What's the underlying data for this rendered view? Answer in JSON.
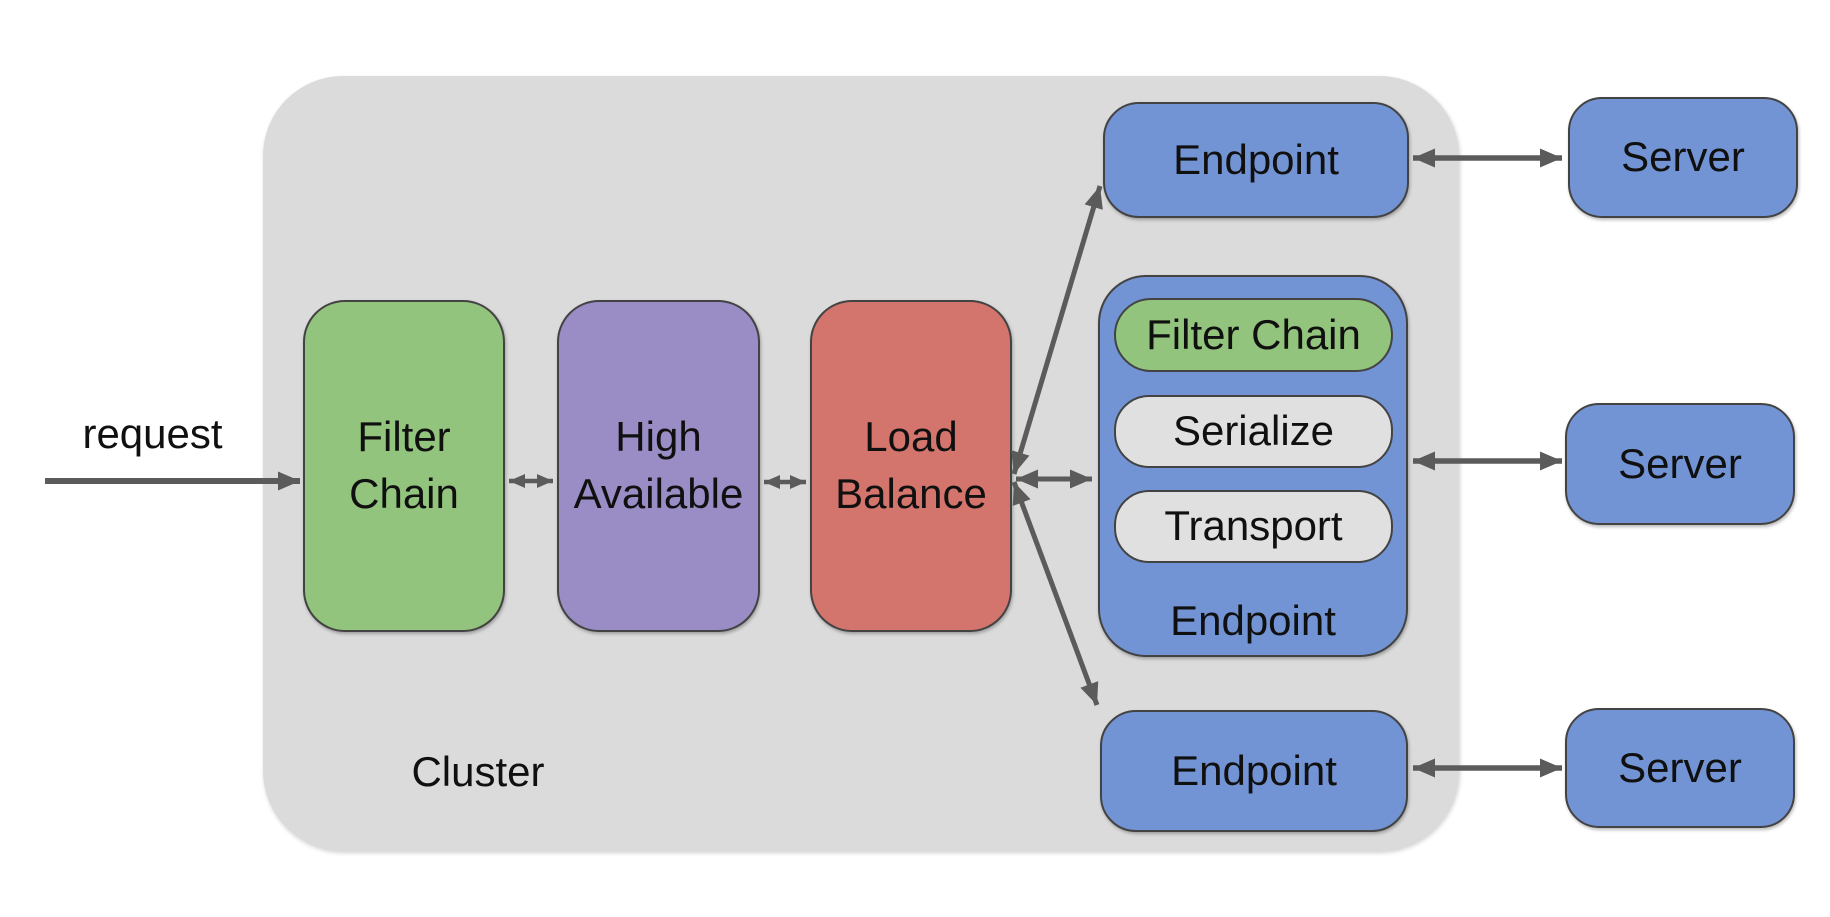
{
  "request_label": "request",
  "cluster": {
    "label": "Cluster",
    "filter_chain": {
      "label": "Filter\nChain"
    },
    "high_available": {
      "label": "High\nAvailable"
    },
    "load_balance": {
      "label": "Load\nBalance"
    },
    "endpoint_top": {
      "label": "Endpoint"
    },
    "endpoint_detail": {
      "filter_chain_label": "Filter Chain",
      "serialize_label": "Serialize",
      "transport_label": "Transport",
      "label": "Endpoint"
    },
    "endpoint_bottom": {
      "label": "Endpoint"
    }
  },
  "servers": [
    {
      "label": "Server"
    },
    {
      "label": "Server"
    },
    {
      "label": "Server"
    }
  ],
  "colors": {
    "cluster_fill": "#dbdbdb",
    "green_fill": "#93c47d",
    "purple_fill": "#9a8cc5",
    "red_fill": "#d3756c",
    "blue_fill": "#7394d4",
    "pill_gray_fill": "#e0e0e0",
    "box_border": "#434343",
    "arrow_color": "#5b5b5b",
    "text_color": "#101010",
    "page_bg": "#ffffff"
  }
}
